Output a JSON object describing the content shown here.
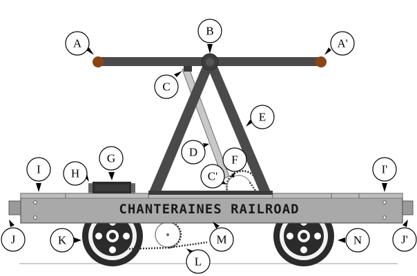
{
  "diagram": {
    "banner_text": "CHANTERAINES RAILROAD",
    "colors": {
      "frame": "#4a4a4a",
      "platform": "#a9a9a9",
      "platform_dark": "#8c8c8c",
      "handle_knob": "#8b4513",
      "wheel": "#2b2b2b",
      "rod": "#c8c8c8",
      "background": "#ffffff"
    },
    "labels": {
      "A": "A",
      "A_prime": "A'",
      "B": "B",
      "C": "C",
      "C_prime": "C'",
      "D": "D",
      "E": "E",
      "F": "F",
      "G": "G",
      "H": "H",
      "I": "I",
      "I_prime": "I'",
      "J": "J",
      "J_prime": "J'",
      "K": "K",
      "L": "L",
      "M": "M",
      "N": "N"
    }
  }
}
